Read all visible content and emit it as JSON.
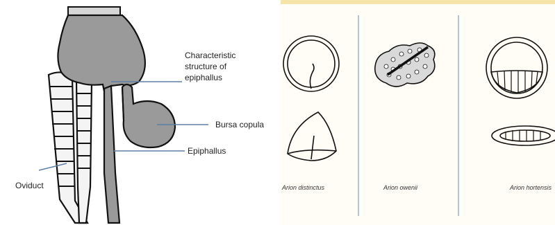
{
  "anatomy": {
    "labels": {
      "characteristic_line1": "Characteristic",
      "characteristic_line2": "structure of",
      "characteristic_line3": "epiphallus",
      "bursa": "Bursa copula",
      "epiphallus": "Epiphallus",
      "oviduct": "Oviduct"
    },
    "colors": {
      "organ_fill": "#9a9a9a",
      "leader_line": "#5b7fa6",
      "outline": "#111111"
    }
  },
  "species_panel": {
    "captions": [
      "Arion distinctus",
      "Arion owenii",
      "Arion hortensis"
    ],
    "colors": {
      "top_band": "#f6e3a8",
      "background": "#fffdf5",
      "divider": "#8fb3d6",
      "stipple_fill": "#d9d9d9"
    }
  }
}
